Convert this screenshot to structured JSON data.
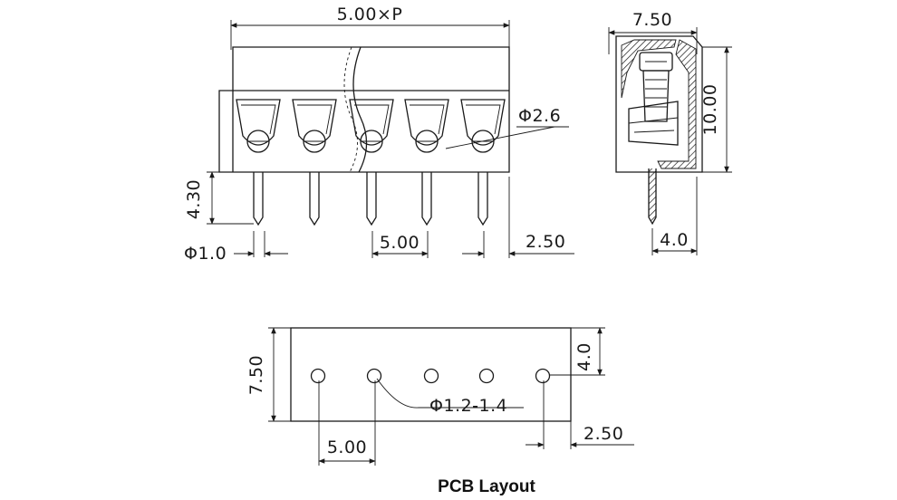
{
  "front_view": {
    "overall_width_label": "5.00×P",
    "pin_length_label": "4.30",
    "pin_diameter_label": "Φ1.0",
    "pitch_label": "5.00",
    "edge_offset_label": "2.50",
    "hole_diameter_label": "Φ2.6"
  },
  "side_view": {
    "depth_label": "7.50",
    "height_label": "10.00",
    "pin_offset_label": "4.0"
  },
  "pcb_layout": {
    "title": "PCB Layout",
    "width_label": "7.50",
    "row_offset_label": "4.0",
    "hole_diameter_label": "Φ1.2-1.4",
    "pitch_label": "5.00",
    "edge_offset_label": "2.50"
  }
}
